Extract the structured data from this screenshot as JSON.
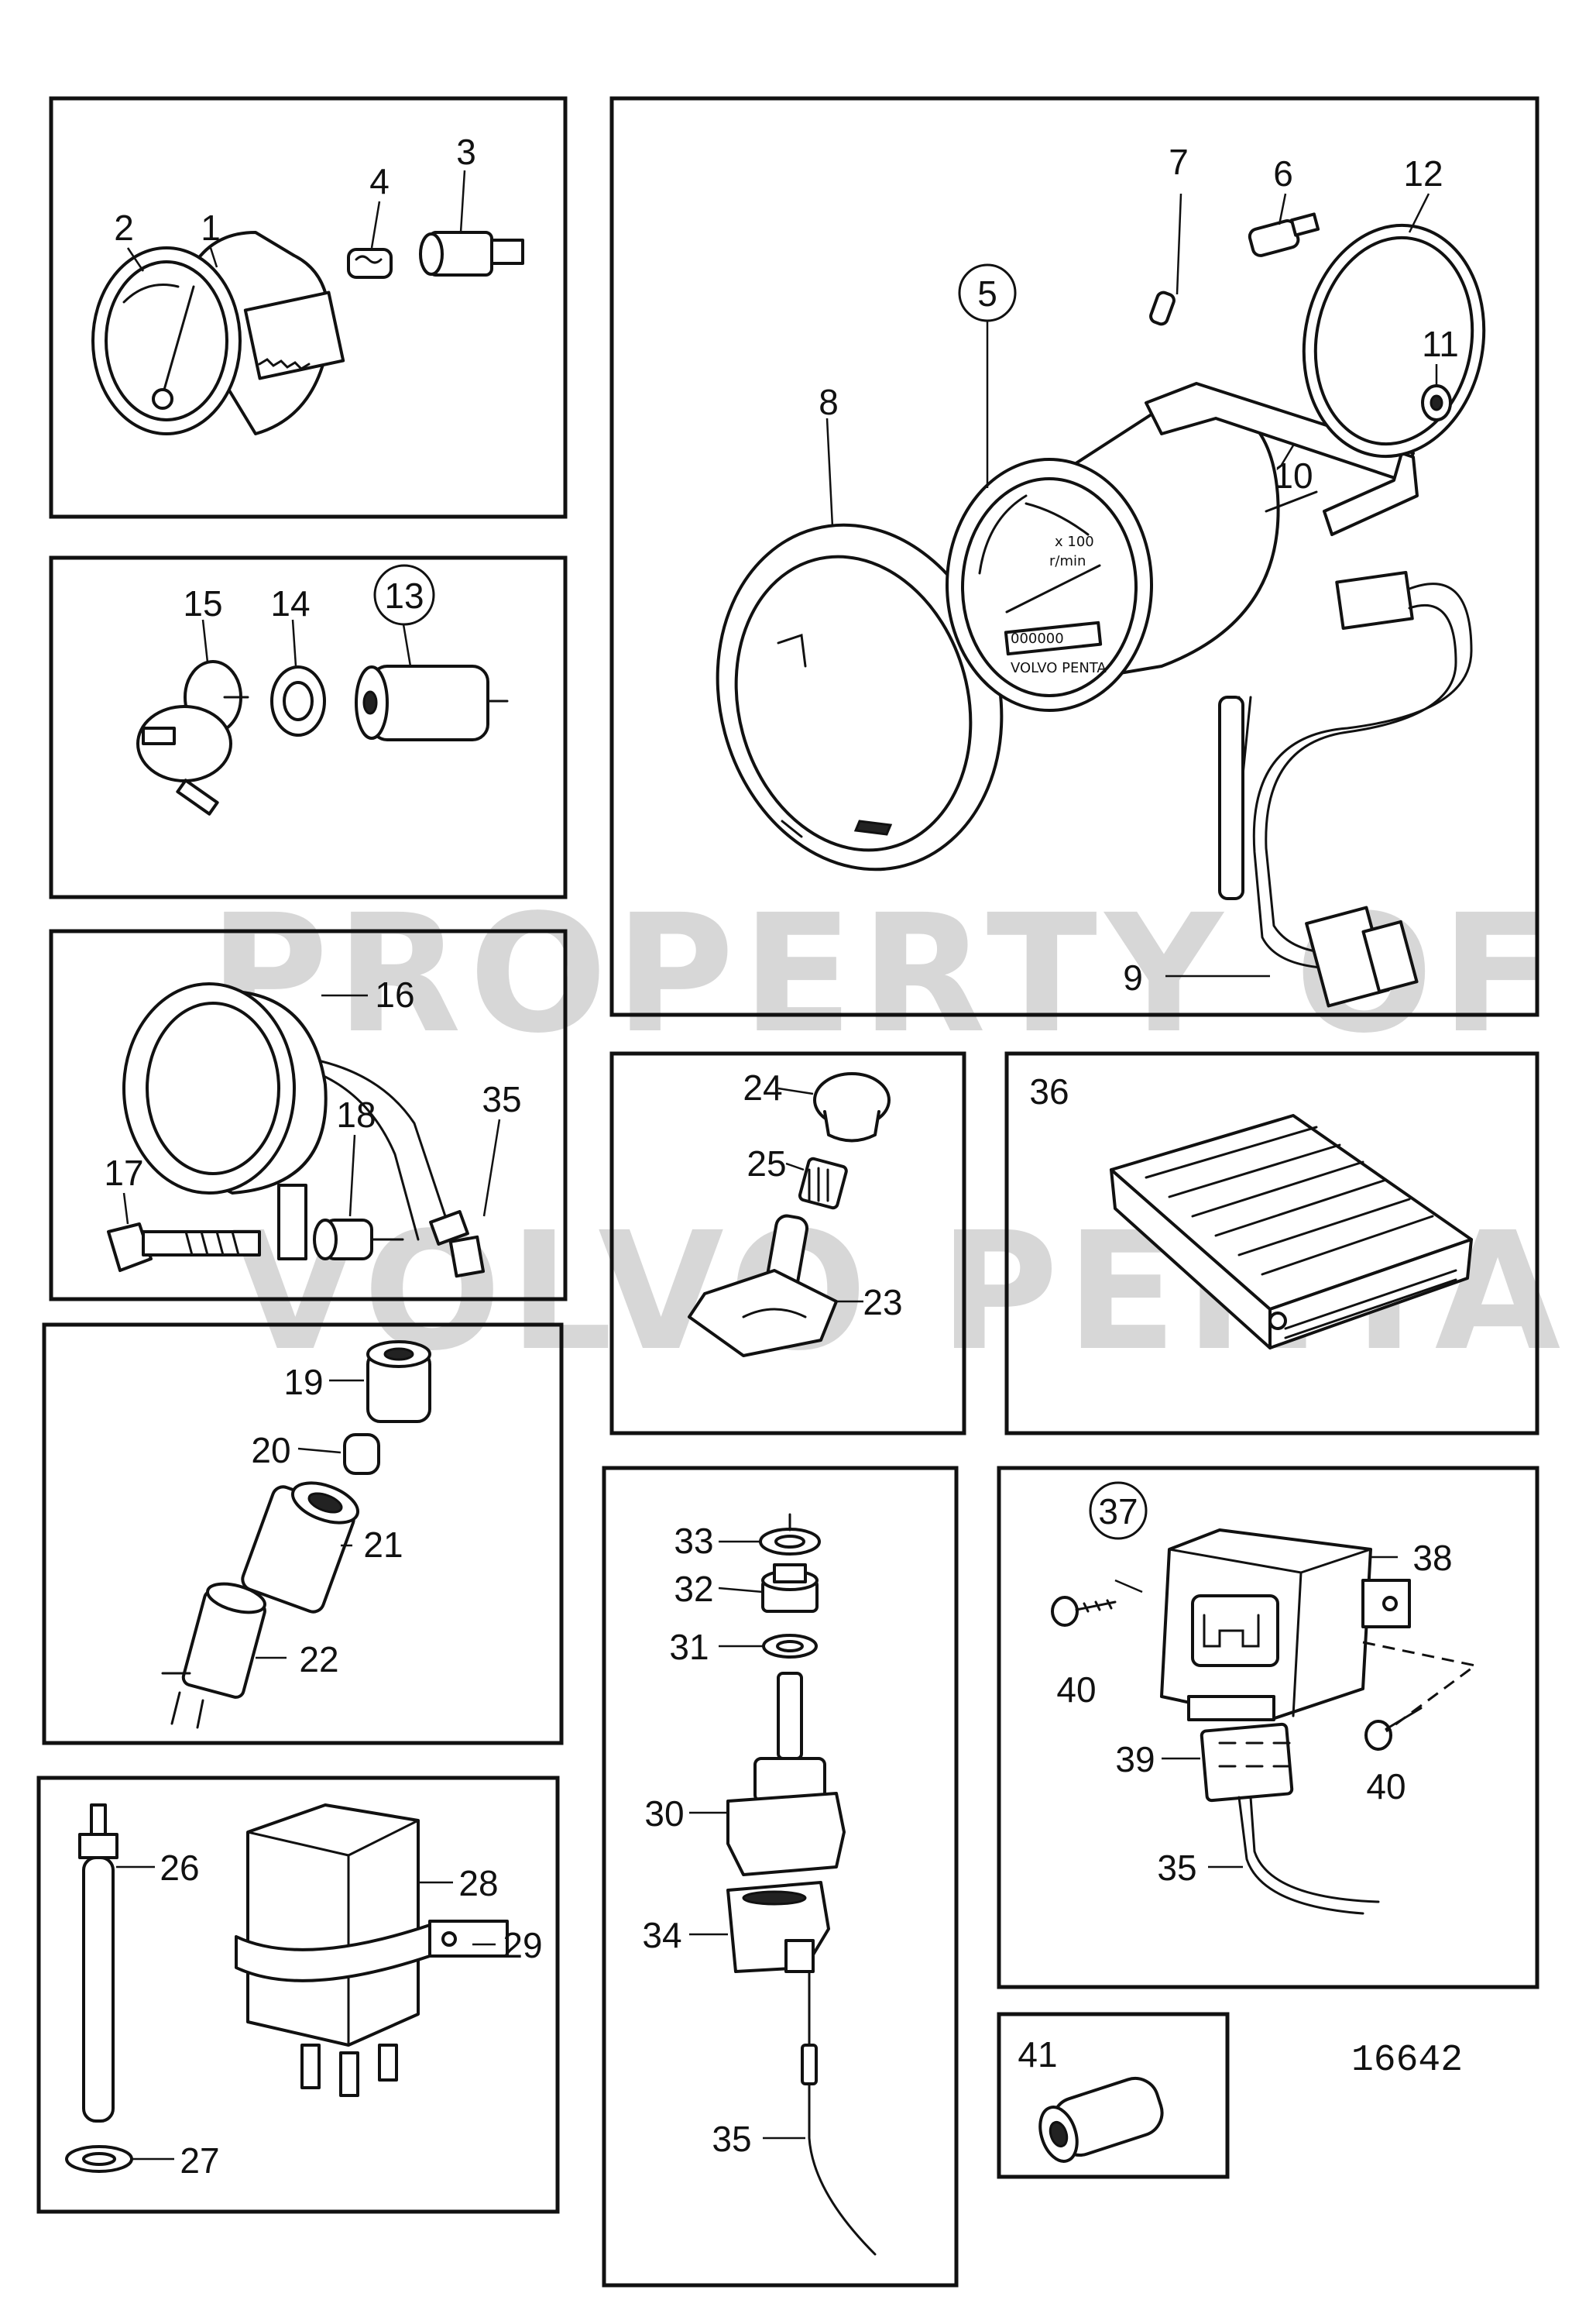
{
  "diagram": {
    "reference_number": "16642",
    "watermark": [
      "PROPERTY OF",
      "VOLVO PENTA"
    ],
    "dial": {
      "scale": "x 100",
      "unit": "r/min",
      "brand": "VOLVO PENTA",
      "odometer": "000000"
    },
    "callouts": {
      "c1": "1",
      "c2": "2",
      "c3": "3",
      "c4": "4",
      "c5": "5",
      "c6": "6",
      "c7": "7",
      "c8": "8",
      "c9": "9",
      "c10": "10",
      "c11": "11",
      "c12": "12",
      "c13": "13",
      "c14": "14",
      "c15": "15",
      "c16": "16",
      "c17": "17",
      "c18": "18",
      "c19": "19",
      "c20": "20",
      "c21": "21",
      "c22": "22",
      "c23": "23",
      "c24": "24",
      "c25": "25",
      "c26": "26",
      "c27": "27",
      "c28": "28",
      "c29": "29",
      "c30": "30",
      "c31": "31",
      "c32": "32",
      "c33": "33",
      "c34": "34",
      "c35a": "35",
      "c35b": "35",
      "c35c": "35",
      "c36": "36",
      "c37": "37",
      "c38": "38",
      "c39": "39",
      "c40a": "40",
      "c40b": "40",
      "c41": "41"
    }
  }
}
